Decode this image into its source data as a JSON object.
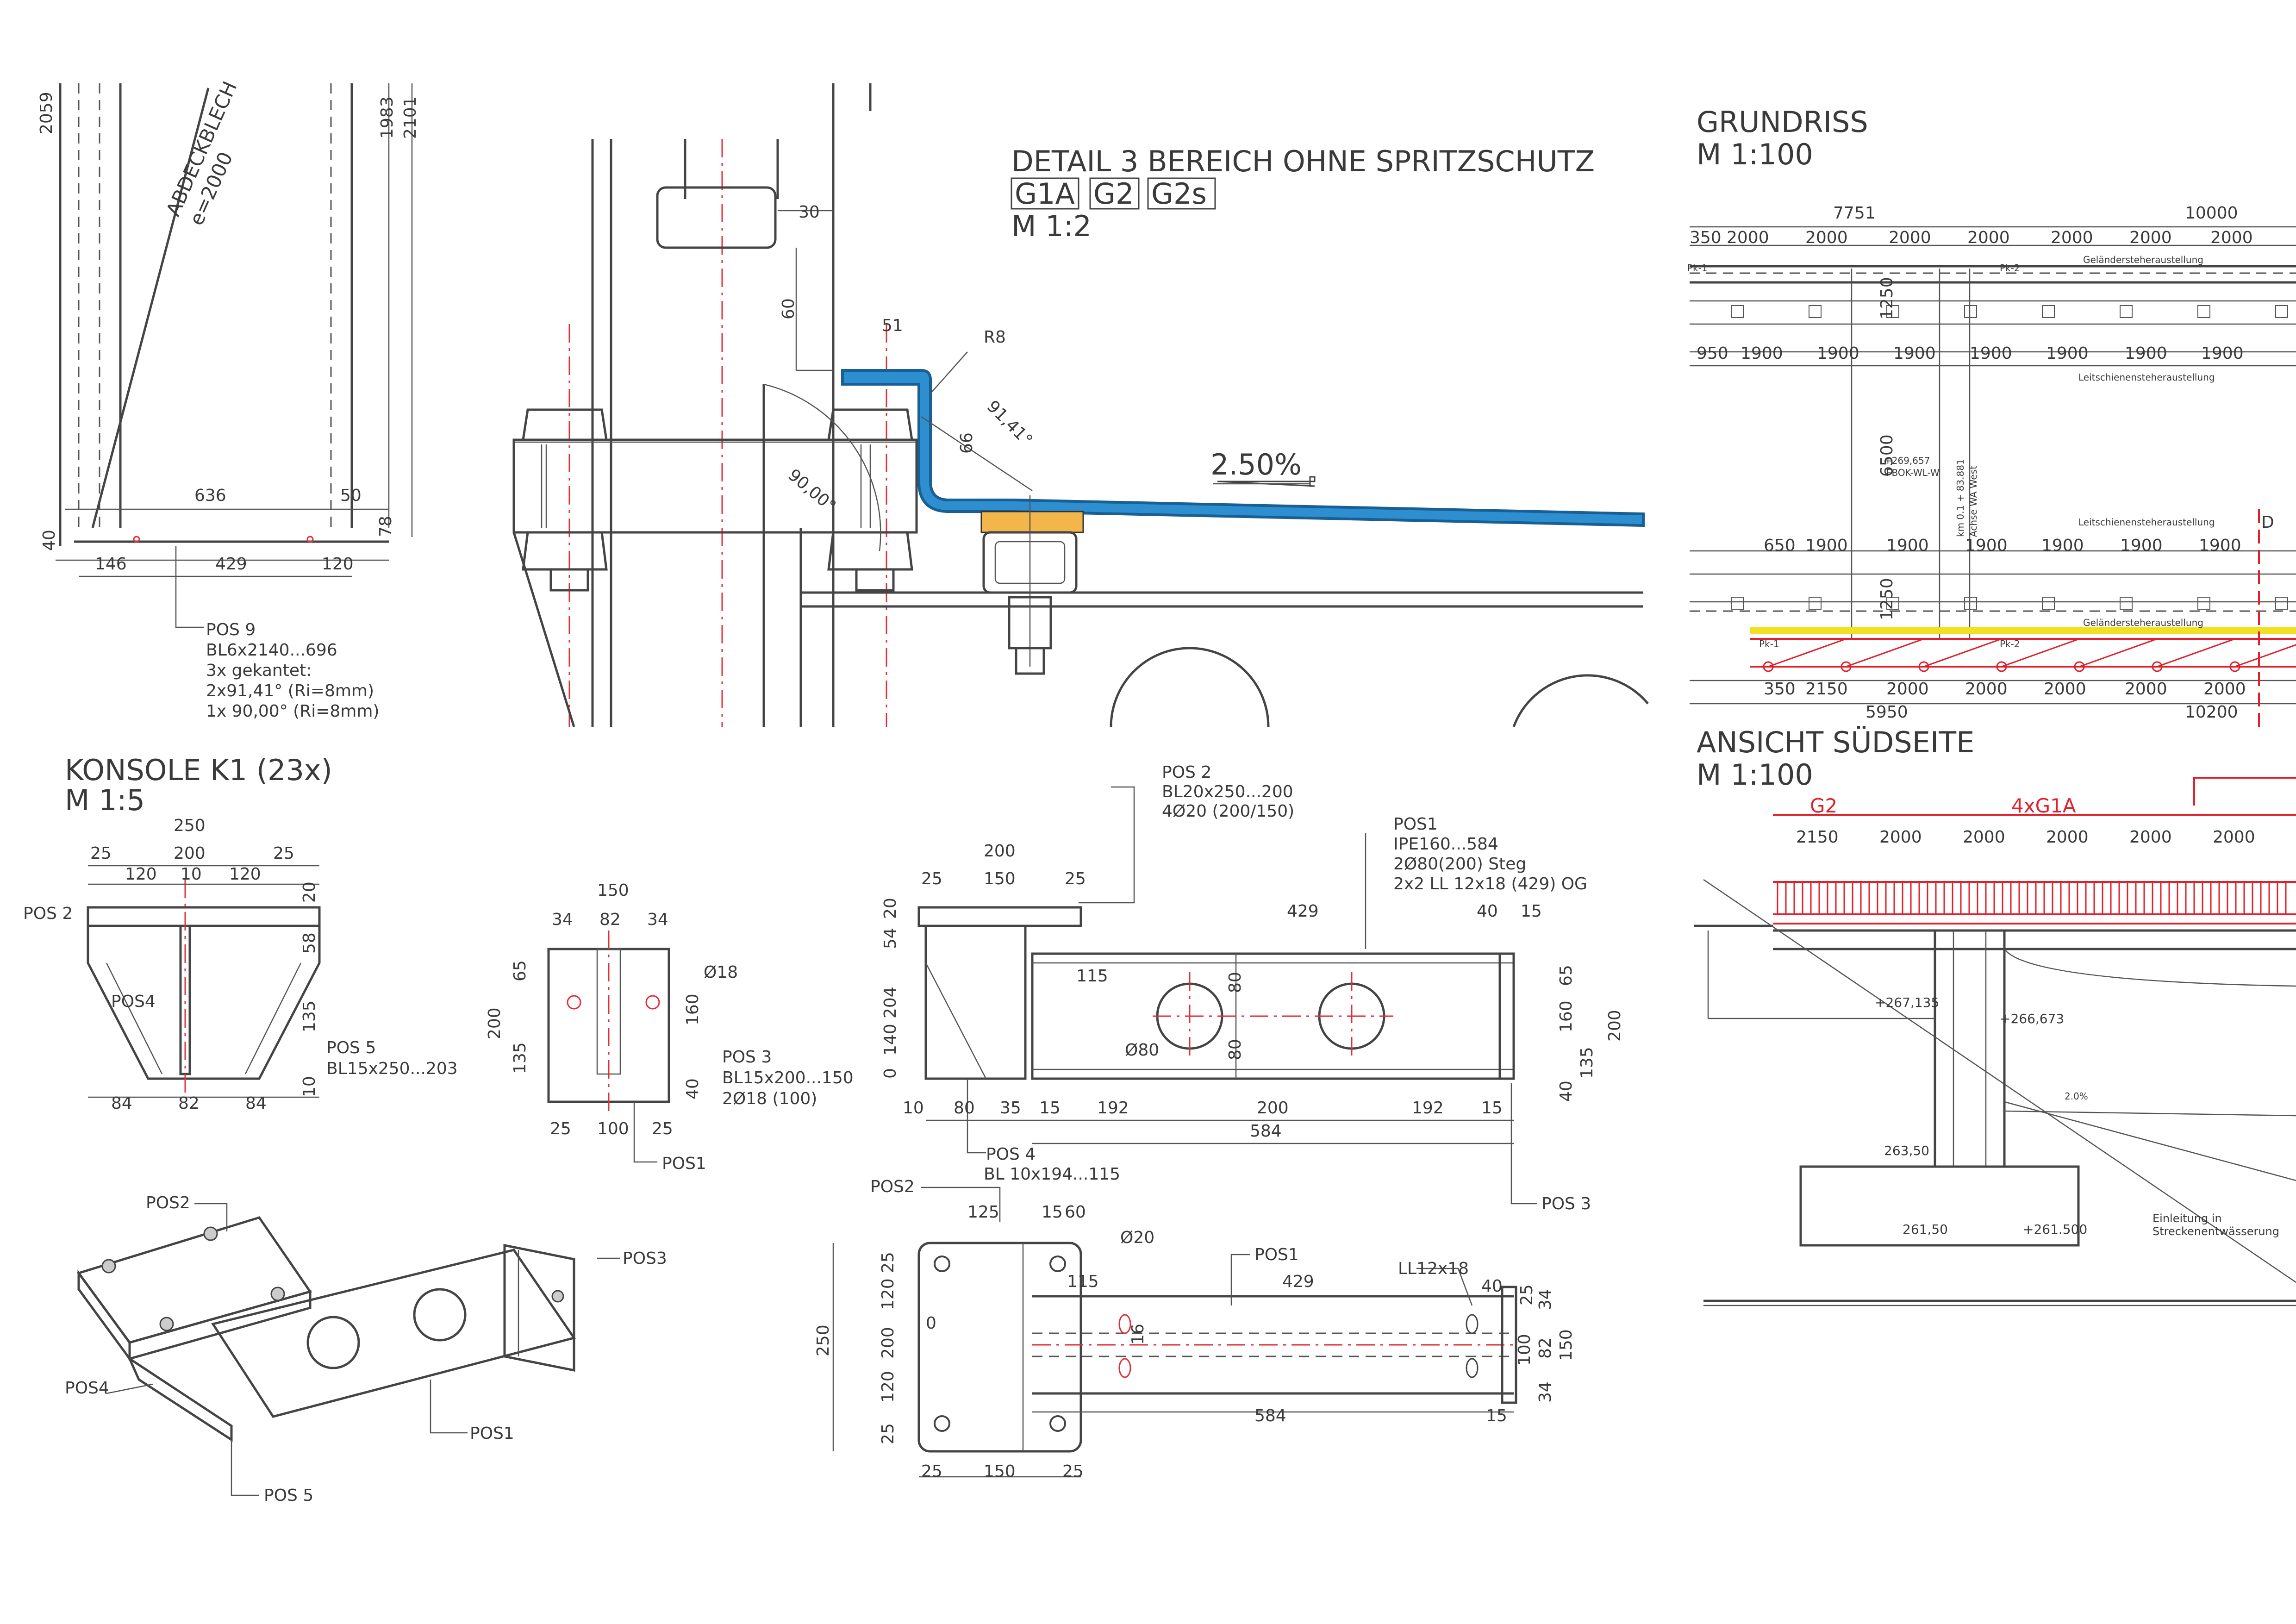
{
  "detail3": {
    "title": "DETAIL 3 BEREICH OHNE SPRITZSCHUTZ",
    "tags": [
      "G1A",
      "G2",
      "G2s"
    ],
    "scale": "M 1:2",
    "slope": "2.50%",
    "dims": [
      "30",
      "60",
      "51",
      "R8",
      "66",
      "91,41°",
      "90,00°"
    ]
  },
  "abdeckblech": {
    "label": "ABDECKBLECH",
    "spacing": "e=2000",
    "dims": [
      "2059",
      "1983",
      "2101",
      "636",
      "50",
      "40",
      "78",
      "146",
      "429",
      "120"
    ],
    "pos_lines": [
      "POS 9",
      "BL6x2140...696",
      "3x gekantet:",
      "2x91,41° (Ri=8mm)",
      "1x 90,00° (Ri=8mm)"
    ]
  },
  "grundriss": {
    "title": "GRUNDRISS",
    "scale": "M 1:100",
    "top_dims": [
      "7751",
      "10000"
    ],
    "dims_row1": [
      "350",
      "2000",
      "2000",
      "2000",
      "2000",
      "2000",
      "2000",
      "2000"
    ],
    "dims_row2": [
      "950",
      "1900",
      "1900",
      "1900",
      "1900",
      "1900",
      "1900",
      "1900"
    ],
    "dims_row3": [
      "650",
      "1900",
      "1900",
      "1900",
      "1900",
      "1900",
      "1900"
    ],
    "dims_row4": [
      "350",
      "2150",
      "2000",
      "2000",
      "2000",
      "2000",
      "2000"
    ],
    "bottom_dims": [
      "5950",
      "10200"
    ],
    "vertical_dims": [
      "1250",
      "6500",
      "1250"
    ],
    "label_gelaender": "Geländersteheraustellung",
    "label_leitschiene": "Leitschienensteheraustellung",
    "label_level": "+269,657",
    "label_fbok": "FBOK-WL-W",
    "label_km": "km 0.1 + 83.881",
    "label_achse": "Achse WA West",
    "label_pk1": "Pk-1",
    "label_pk2": "Pk-2",
    "label_edge": "D"
  },
  "ansicht": {
    "title": "ANSICHT SÜDSEITE",
    "scale": "M 1:100",
    "tag_g2": "G2",
    "tag_g1a": "4xG1A",
    "dims": [
      "2150",
      "2000",
      "2000",
      "2000",
      "2000",
      "2000"
    ],
    "levels": [
      "+267,135",
      "+266,673",
      "263,50",
      "261,50",
      "+261.500"
    ],
    "slope": "2.0%",
    "note": [
      "Einleitung in",
      "Streckenentwässerung"
    ]
  },
  "konsole": {
    "title": "KONSOLE K1 (23x)",
    "scale": "M 1:5",
    "front_dims_top": [
      "250",
      "25",
      "200",
      "25",
      "120",
      "10",
      "120",
      "20"
    ],
    "front_dims_right": [
      "58",
      "135",
      "10"
    ],
    "front_dims_bottom": [
      "84",
      "82",
      "84"
    ],
    "pos2_left": "POS 2",
    "pos4_left": "POS4",
    "pos5_lines": [
      "POS 5",
      "BL15x250...203"
    ],
    "end_dims_top": [
      "150",
      "34",
      "82",
      "34"
    ],
    "end_dims_left": [
      "200",
      "65",
      "135"
    ],
    "end_dims_right": [
      "160",
      "40"
    ],
    "end_dims_bottom": [
      "25",
      "100",
      "25"
    ],
    "end_hole": "Ø18",
    "pos3_lines": [
      "POS 3",
      "BL15x200...150",
      "2Ø18 (100)"
    ],
    "pos1_end": "POS1",
    "side_dims": [
      "200",
      "25",
      "150",
      "25",
      "20",
      "54",
      "204",
      "140",
      "0",
      "10",
      "80",
      "35",
      "15",
      "192",
      "200",
      "192",
      "15",
      "584",
      "429",
      "40",
      "15",
      "115",
      "65",
      "160",
      "135",
      "200",
      "40",
      "80",
      "80"
    ],
    "side_hole": "Ø80",
    "pos2_lines": [
      "POS 2",
      "BL20x250...200",
      "4Ø20 (200/150)"
    ],
    "pos1_lines": [
      "POS1",
      "IPE160...584",
      "2Ø80(200) Steg",
      "2x2 LL 12x18 (429) OG"
    ],
    "pos4_lines": [
      "POS 4",
      "BL 10x194...115"
    ],
    "pos3_right": "POS 3",
    "plan_dims": [
      "125",
      "15",
      "60",
      "250",
      "25",
      "120",
      "200",
      "120",
      "25",
      "0",
      "115",
      "429",
      "584",
      "40",
      "15",
      "25",
      "34",
      "82",
      "34",
      "100",
      "150",
      "16",
      "25",
      "150",
      "25"
    ],
    "plan_hole": "Ø20",
    "plan_pos2": "POS2",
    "plan_pos1": "POS1",
    "plan_ll": "LL12x18",
    "iso_labels": [
      "POS2",
      "POS3",
      "POS4",
      "POS1",
      "POS 5"
    ]
  }
}
